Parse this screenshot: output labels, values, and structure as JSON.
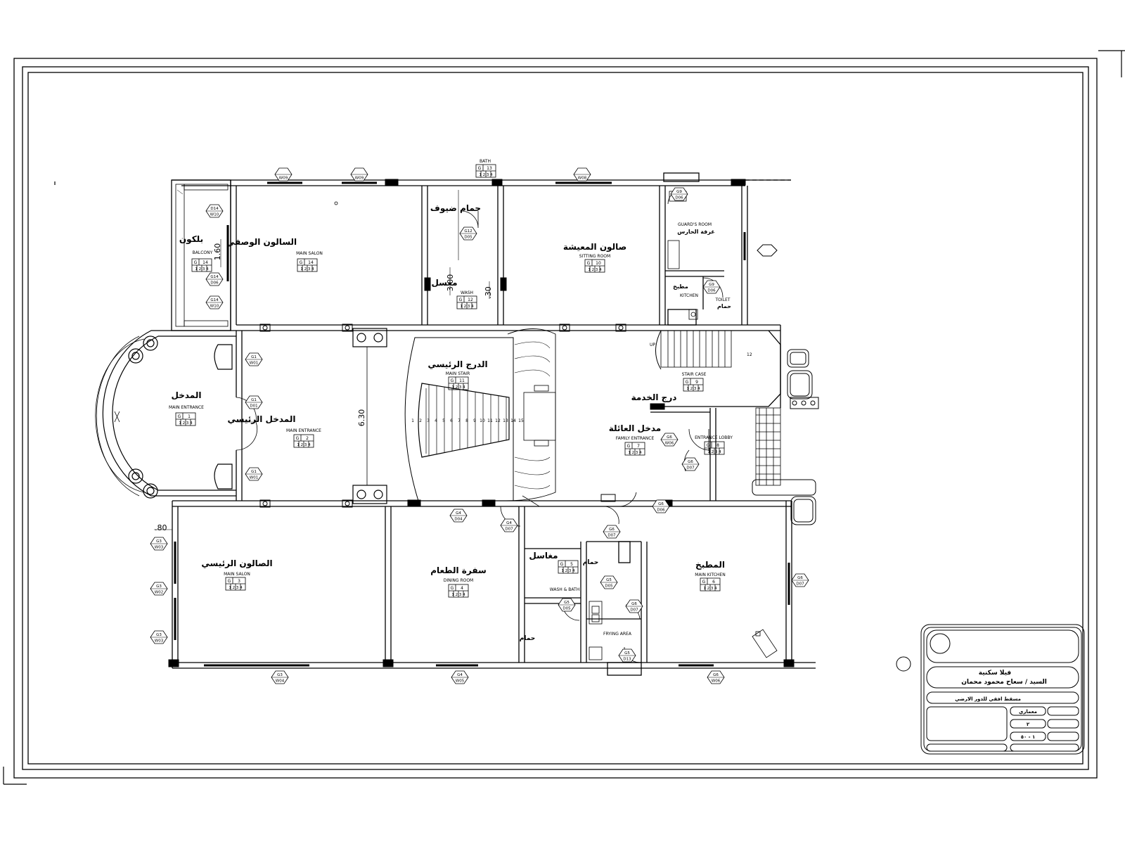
{
  "rooms": {
    "balcony": {
      "ar": "بلكون",
      "en": "BALCONY",
      "g": "G",
      "n": "14"
    },
    "main_salon_top": {
      "ar": "السالون الوصفي",
      "en": "MAIN SALON",
      "g": "G",
      "n": "14"
    },
    "bath_top": {
      "ar": "حمام ضيوف",
      "en": "BATH",
      "g": "G",
      "n": "13"
    },
    "wash_top": {
      "ar": "مغسل",
      "en": "WASH",
      "g": "G",
      "n": "12"
    },
    "sitting_room": {
      "ar": "صالون المعيشة",
      "en": "SITTING ROOM",
      "g": "G",
      "n": "10"
    },
    "guards_room": {
      "ar": "غرفة الحارس",
      "en": "GUARD'S ROOM"
    },
    "kitchen_small": {
      "ar": "مطبخ",
      "en": "KITCHEN"
    },
    "toilet": {
      "ar": "حمام",
      "en": "TOILET"
    },
    "entrance_hall": {
      "ar": "المدخل",
      "en": "MAIN ENTRANCE",
      "g": "G",
      "n": "1"
    },
    "main_entrance": {
      "ar": "المدخل الرئيسي",
      "en": "MAIN ENTRANCE",
      "g": "G",
      "n": "2"
    },
    "main_stair": {
      "ar": "الدرج الرئيسي",
      "en": "MAIN STAIR",
      "g": "G",
      "n": "11"
    },
    "stair_case": {
      "ar": "درج الخدمة",
      "en": "STAIR CASE",
      "g": "G",
      "n": "9"
    },
    "family_entrance": {
      "ar": "مدخل العائلة",
      "en": "FAMILY ENTRANCE",
      "g": "G",
      "n": "7"
    },
    "entrance_lobby": {
      "en": "ENTRANCE LOBBY",
      "g": "G",
      "n": "8"
    },
    "main_salon_bot": {
      "ar": "الصالون الرئيسي",
      "en": "MAIN SALON",
      "g": "G",
      "n": "3"
    },
    "dining_room": {
      "ar": "سفرة الطعام",
      "en": "DINING ROOM",
      "g": "G",
      "n": "4"
    },
    "wash_bath": {
      "ar": "مغاسل",
      "en": "WASH & BATH",
      "g": "G",
      "n": "5"
    },
    "bath_small": {
      "ar": "حمام"
    },
    "wc_small": {
      "ar": "حمام"
    },
    "frying_area": {
      "en": "FRYING AREA"
    },
    "main_kitchen": {
      "ar": "المطبخ",
      "en": "MAIN KITCHEN",
      "g": "G",
      "n": "6"
    }
  },
  "box_digits": "1 2 3 4",
  "stair_steps": [
    "1",
    "2",
    "3",
    "4",
    "5",
    "6",
    "7",
    "8",
    "9",
    "10",
    "11",
    "12",
    "13",
    "14",
    "15"
  ],
  "stair_up": "UP",
  "stair_top_count": "12",
  "dimensions": {
    "d160": "1.60",
    "d300": "3.00",
    "d30": ".30",
    "d630": "6.30",
    "d80": ".80"
  },
  "tags": {
    "w09a": {
      "top": "",
      "bot": "W09"
    },
    "w09b": {
      "top": "",
      "bot": "W09"
    },
    "w08": {
      "top": "",
      "bot": "W08"
    },
    "d14": {
      "top": "D14",
      "bot": "W10"
    },
    "g14": {
      "top": "G14",
      "bot": "D06"
    },
    "g14b": {
      "top": "G14",
      "bot": "W10"
    },
    "g12": {
      "top": "G12",
      "bot": "D05"
    },
    "g9": {
      "top": "G9",
      "bot": "D06"
    },
    "g9b": {
      "top": "G9",
      "bot": "D06"
    },
    "g1a": {
      "top": "G1",
      "bot": "W01"
    },
    "g1d": {
      "top": "G1",
      "bot": "D01"
    },
    "g1b": {
      "top": "G1",
      "bot": "W01"
    },
    "g6": {
      "top": "G6",
      "bot": "D07"
    },
    "g6d": {
      "top": "G6",
      "bot": "D06"
    },
    "g4d": {
      "top": "G4",
      "bot": "D04"
    },
    "g4b": {
      "top": "G4",
      "bot": "D07"
    },
    "g6b": {
      "top": "G6",
      "bot": "D07"
    },
    "g6c": {
      "top": "G6",
      "bot": "D07"
    },
    "g5a": {
      "top": "G5",
      "bot": "D05"
    },
    "g5b": {
      "top": "G5",
      "bot": "D05"
    },
    "g5c": {
      "top": "G5",
      "bot": "D13"
    },
    "g6k": {
      "top": "G6",
      "bot": "D07"
    },
    "g3a": {
      "top": "G3",
      "bot": "W03"
    },
    "g3b": {
      "top": "G3",
      "bot": "W02"
    },
    "g3c": {
      "top": "G3",
      "bot": "W03"
    },
    "g3d": {
      "top": "G3",
      "bot": "W04"
    },
    "g4w": {
      "top": "G4",
      "bot": "W05"
    },
    "g6w": {
      "top": "G6",
      "bot": "W06"
    },
    "g6e": {
      "top": "G6",
      "bot": "W06"
    }
  },
  "title_block": {
    "project": "فيلا سكنية",
    "owner": "السيد / سعاح محمود محمان",
    "sheet_title": "مسقط افقي للدور الارضي",
    "discipline": "معماري",
    "sheet_no": "٢",
    "scale": "١ - ٥٠"
  }
}
